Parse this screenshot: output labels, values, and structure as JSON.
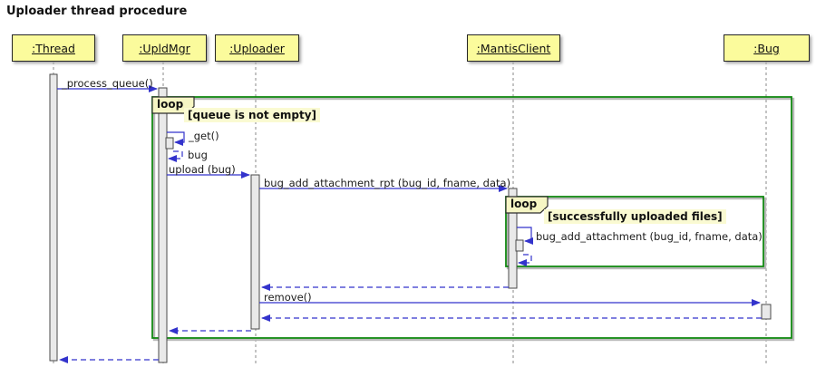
{
  "title": "Uploader thread procedure",
  "colors": {
    "arrow_blue": "#3333cc",
    "frame_green": "#118911",
    "participant_fill": "#fbfb9c",
    "pentagon_fill": "#f6f6c4",
    "label_fill": "#fafad2"
  },
  "participants": [
    {
      "name": ":Thread"
    },
    {
      "name": ":UpldMgr"
    },
    {
      "name": ":Uploader"
    },
    {
      "name": ":MantisClient"
    },
    {
      "name": ":Bug"
    }
  ],
  "fragments": [
    {
      "operator": "loop",
      "guard": "[queue is not empty]"
    },
    {
      "operator": "loop",
      "guard": "[successfully uploaded files]"
    }
  ],
  "messages": [
    {
      "label": "_process_queue()",
      "from": ":Thread",
      "to": ":UpldMgr",
      "kind": "call"
    },
    {
      "label": "_get()",
      "from": ":UpldMgr",
      "to": ":UpldMgr",
      "kind": "self-call"
    },
    {
      "label": "bug",
      "from": ":UpldMgr",
      "to": ":UpldMgr",
      "kind": "return"
    },
    {
      "label": "upload (bug)",
      "from": ":UpldMgr",
      "to": ":Uploader",
      "kind": "call"
    },
    {
      "label": "bug_add_attachment_rpt (bug_id, fname, data)",
      "from": ":Uploader",
      "to": ":MantisClient",
      "kind": "call"
    },
    {
      "label": "bug_add_attachment (bug_id, fname, data)",
      "from": ":MantisClient",
      "to": ":MantisClient",
      "kind": "self-call"
    },
    {
      "label": "",
      "from": ":MantisClient",
      "to": ":MantisClient",
      "kind": "return"
    },
    {
      "label": "",
      "from": ":MantisClient",
      "to": ":Uploader",
      "kind": "return"
    },
    {
      "label": "remove()",
      "from": ":Uploader",
      "to": ":Bug",
      "kind": "call"
    },
    {
      "label": "",
      "from": ":Bug",
      "to": ":Uploader",
      "kind": "return"
    },
    {
      "label": "",
      "from": ":Uploader",
      "to": ":UpldMgr",
      "kind": "return"
    },
    {
      "label": "",
      "from": ":UpldMgr",
      "to": ":Thread",
      "kind": "return"
    }
  ]
}
